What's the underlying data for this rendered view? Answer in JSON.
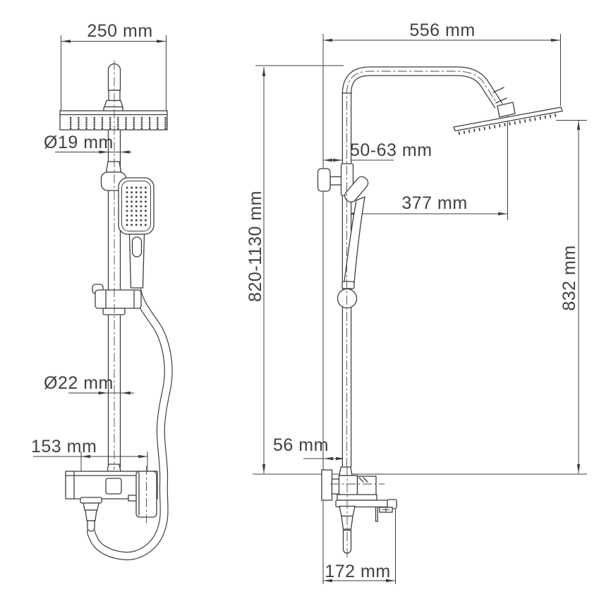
{
  "drawing": {
    "background": "#ffffff",
    "line_color": "#3e3e3e",
    "views": {
      "front": {
        "dimensions": {
          "head_width": "250 mm",
          "upper_pipe_diameter": "Ø19 mm",
          "lower_pipe_diameter": "Ø22 mm",
          "inlet_spacing": "153 mm"
        }
      },
      "side": {
        "dimensions": {
          "arm_width": "556 mm",
          "wall_clearance": "50-63 mm",
          "head_center_offset": "377 mm",
          "column_height": "820-1130 mm",
          "head_to_base_height": "832 mm",
          "lower_wall_clearance": "56 mm",
          "mixer_depth": "172 mm"
        }
      }
    }
  }
}
